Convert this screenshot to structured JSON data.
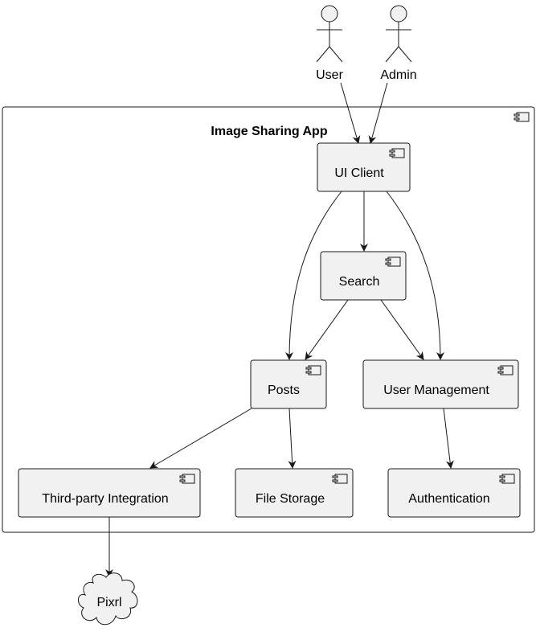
{
  "diagram": {
    "container_title": "Image Sharing App",
    "actors": [
      {
        "id": "user",
        "label": "User"
      },
      {
        "id": "admin",
        "label": "Admin"
      }
    ],
    "components": [
      {
        "id": "ui_client",
        "label": "UI Client"
      },
      {
        "id": "search",
        "label": "Search"
      },
      {
        "id": "posts",
        "label": "Posts"
      },
      {
        "id": "user_management",
        "label": "User Management"
      },
      {
        "id": "third_party",
        "label": "Third-party Integration"
      },
      {
        "id": "file_storage",
        "label": "File Storage"
      },
      {
        "id": "authentication",
        "label": "Authentication"
      }
    ],
    "external": [
      {
        "id": "pixrl",
        "label": "Pixrl",
        "shape": "cloud"
      }
    ],
    "edges": [
      {
        "from": "user",
        "to": "ui_client"
      },
      {
        "from": "admin",
        "to": "ui_client"
      },
      {
        "from": "ui_client",
        "to": "search"
      },
      {
        "from": "ui_client",
        "to": "posts"
      },
      {
        "from": "ui_client",
        "to": "user_management"
      },
      {
        "from": "search",
        "to": "posts"
      },
      {
        "from": "search",
        "to": "user_management"
      },
      {
        "from": "posts",
        "to": "third_party"
      },
      {
        "from": "posts",
        "to": "file_storage"
      },
      {
        "from": "user_management",
        "to": "authentication"
      },
      {
        "from": "third_party",
        "to": "pixrl"
      }
    ],
    "colors": {
      "box_fill": "#f1f1f1",
      "stroke": "#181818",
      "background": "#ffffff"
    }
  }
}
